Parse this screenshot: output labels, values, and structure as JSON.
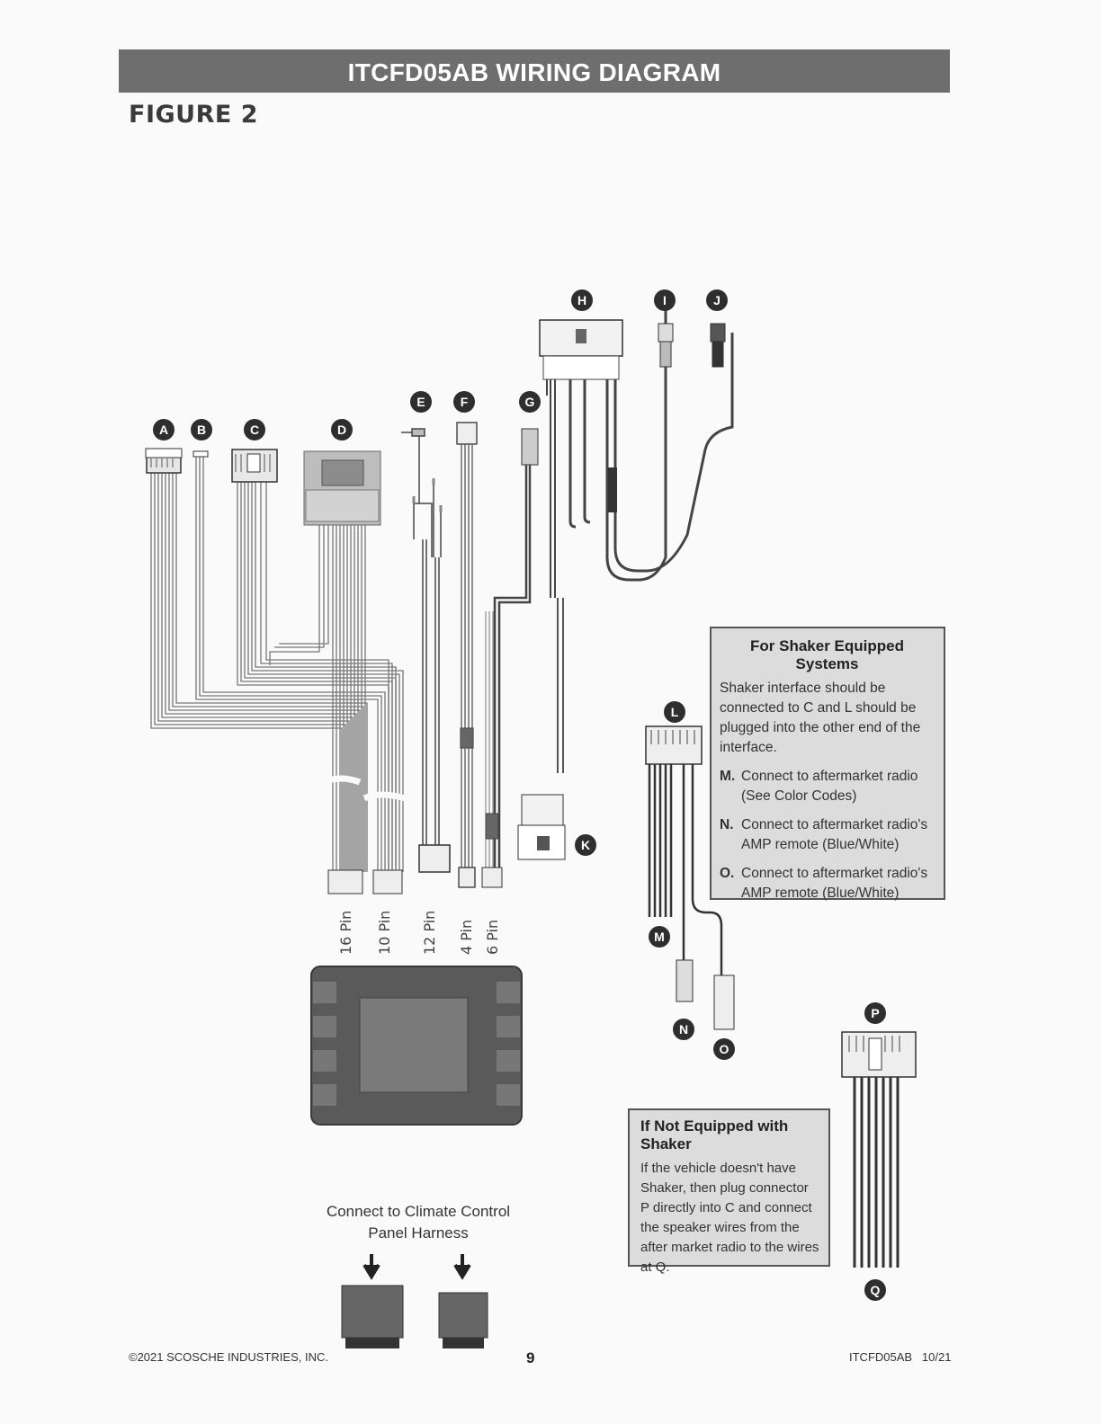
{
  "header": {
    "title": "ITCFD05AB WIRING DIAGRAM",
    "figure": "FIGURE 2"
  },
  "letters": [
    "A",
    "B",
    "C",
    "D",
    "E",
    "F",
    "G",
    "H",
    "I",
    "J",
    "K",
    "L",
    "M",
    "N",
    "O",
    "P",
    "Q"
  ],
  "pin_labels": [
    "16 Pin",
    "10 Pin",
    "12 Pin",
    "4 Pin",
    "6 Pin"
  ],
  "shaker_box": {
    "title": "For Shaker Equipped Systems",
    "intro": "Shaker interface should be connected to C and L should be plugged into the other end of the interface.",
    "items": [
      {
        "letter": "M.",
        "text": "Connect to aftermarket radio (See Color Codes)"
      },
      {
        "letter": "N.",
        "text": "Connect to aftermarket radio's AMP remote (Blue/White)"
      },
      {
        "letter": "O.",
        "text": "Connect to aftermarket radio's AMP remote (Blue/White)"
      }
    ]
  },
  "no_shaker_box": {
    "title": "If Not Equipped with Shaker",
    "text": "If the vehicle doesn't have Shaker, then plug connector P directly into C and connect the speaker wires from the after market radio to the wires at Q."
  },
  "caption": {
    "line1": "Connect to Climate Control",
    "line2": "Panel Harness"
  },
  "footer": {
    "copyright": "©2021 SCOSCHE INDUSTRIES, INC.",
    "page": "9",
    "doc": "ITCFD05AB   10/21"
  }
}
